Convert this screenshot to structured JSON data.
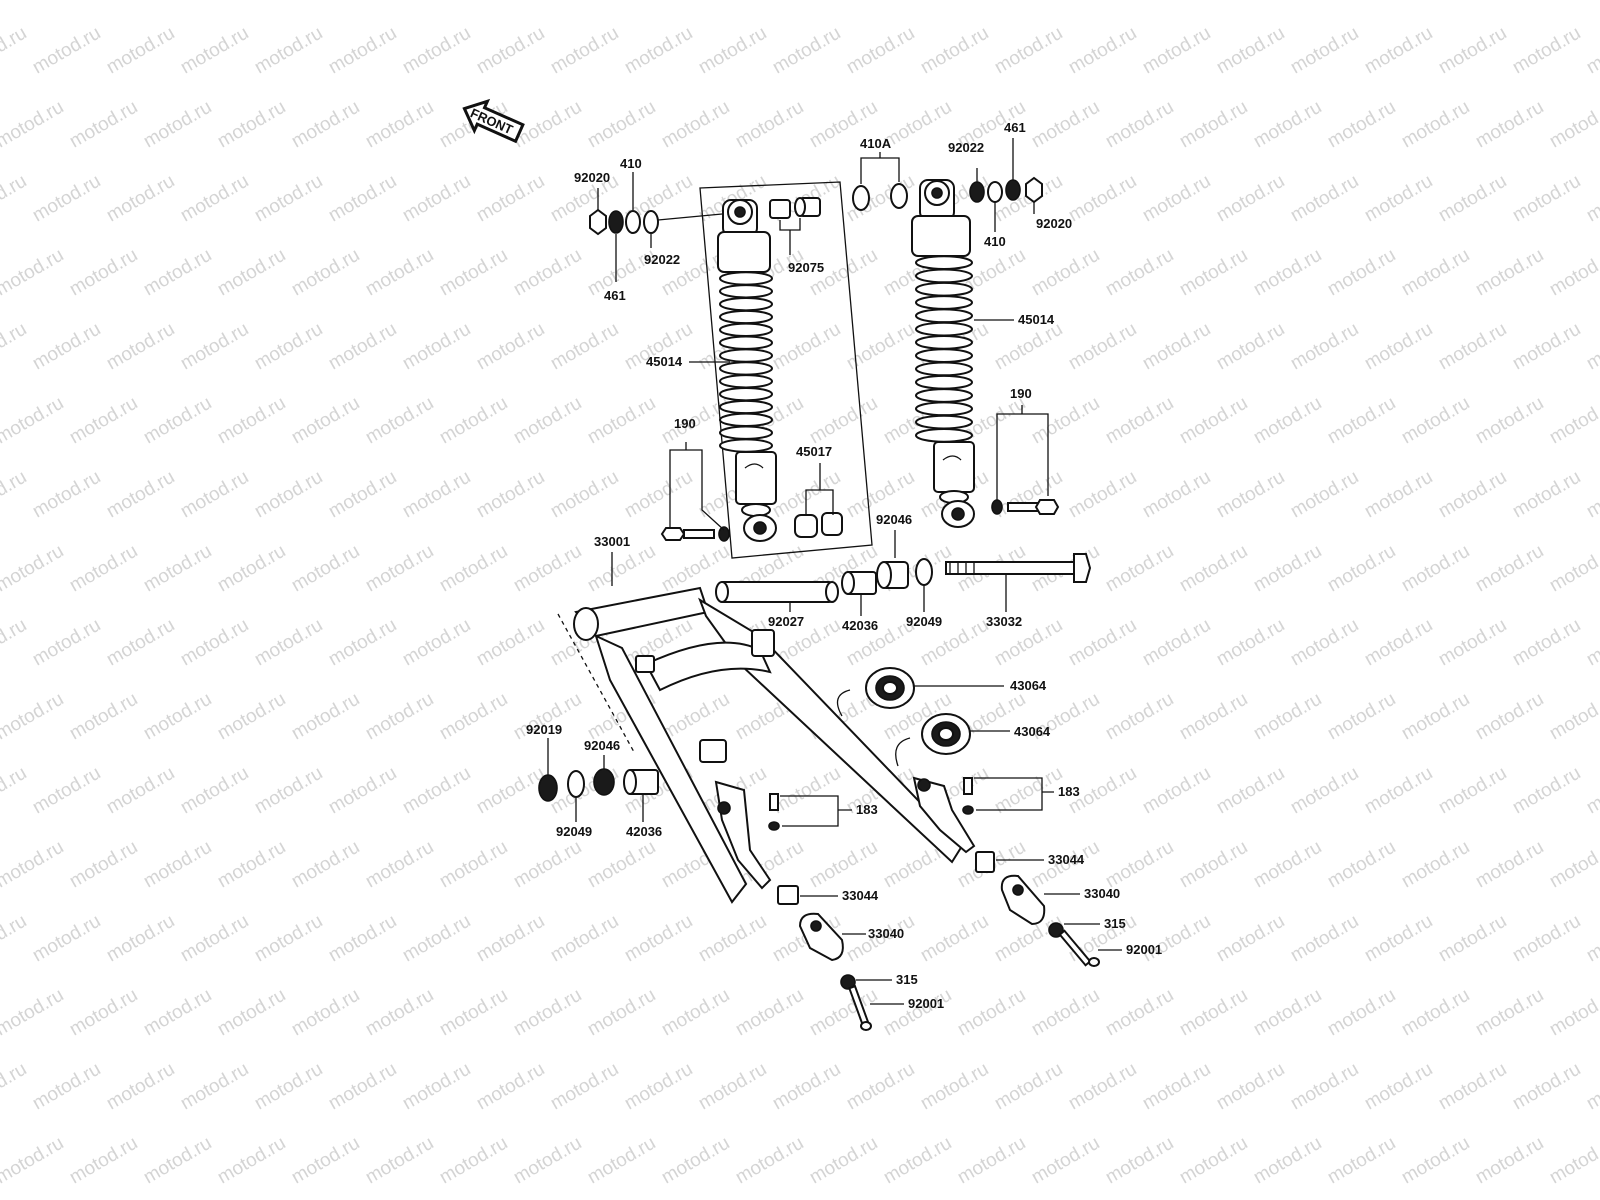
{
  "watermark": "motod.ru",
  "front_label": "FRONT",
  "callouts": {
    "c92020_left": "92020",
    "c410_left": "410",
    "c92022_left": "92022",
    "c461_left": "461",
    "c92075": "92075",
    "c45014_left": "45014",
    "c190_left": "190",
    "c45017": "45017",
    "c410A": "410A",
    "c92022_right": "92022",
    "c461_right": "461",
    "c410_right": "410",
    "c92020_right": "92020",
    "c45014_right": "45014",
    "c190_right": "190",
    "c33001": "33001",
    "c92046_top": "92046",
    "c92027": "92027",
    "c42036_top": "42036",
    "c92049_top": "92049",
    "c33032": "33032",
    "c43064_a": "43064",
    "c43064_b": "43064",
    "c92019": "92019",
    "c92046_left": "92046",
    "c92049_left": "92049",
    "c42036_left": "42036",
    "c183_left": "183",
    "c183_right": "183",
    "c33044_left": "33044",
    "c33044_right": "33044",
    "c33040_left": "33040",
    "c33040_right": "33040",
    "c315_left": "315",
    "c315_right": "315",
    "c92001_left": "92001",
    "c92001_right": "92001"
  }
}
